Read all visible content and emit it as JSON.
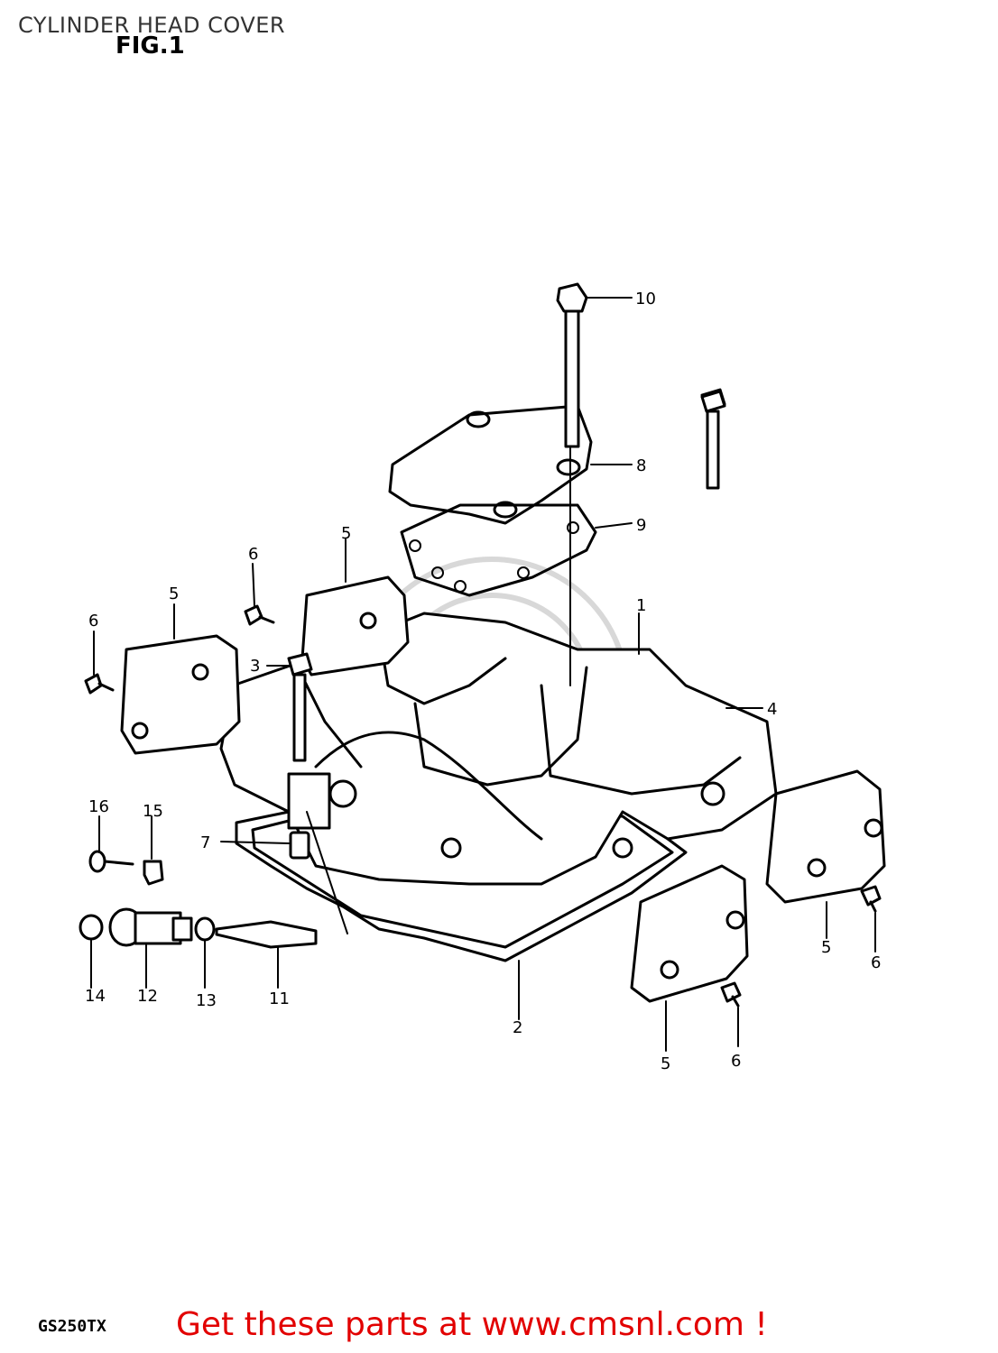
{
  "header": {
    "title": "CYLINDER HEAD COVER",
    "figure": "FIG.1"
  },
  "footer": {
    "model": "GS250TX",
    "cta": "Get these parts at www.cmsnl.com !"
  },
  "callouts": [
    "10",
    "8",
    "9",
    "5",
    "6",
    "5",
    "6",
    "3",
    "1",
    "4",
    "16",
    "15",
    "7",
    "14",
    "12",
    "13",
    "11",
    "2",
    "5",
    "6",
    "5",
    "6"
  ]
}
